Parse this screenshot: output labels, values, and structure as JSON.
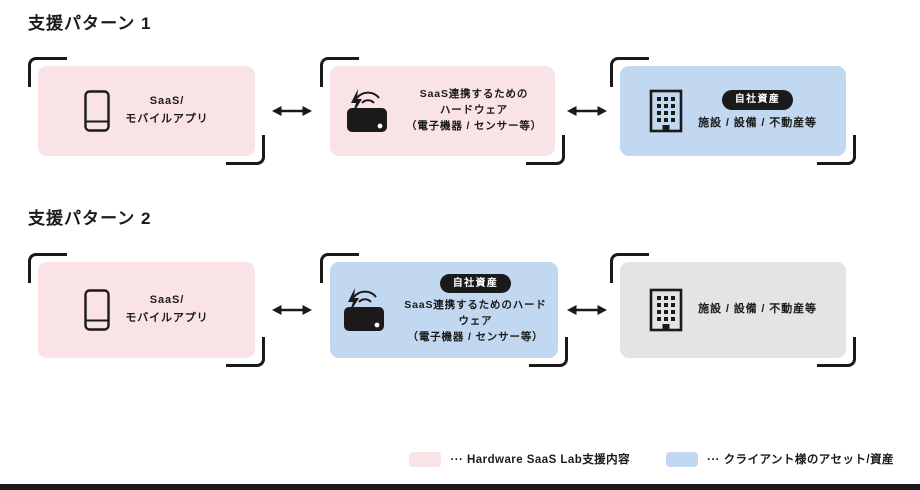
{
  "colors": {
    "ink": "#1a1a1a",
    "pink": "#fae3e6",
    "blue": "#c2d8f0",
    "gray": "#e4e4e6"
  },
  "patterns": [
    {
      "title": "支援パターン 1",
      "boxes": [
        {
          "style": "pink",
          "icon": "smartphone",
          "lines": [
            "SaaS/",
            "モバイルアプリ"
          ]
        },
        {
          "style": "pink",
          "icon": "hardware",
          "lines": [
            "SaaS連携するための",
            "ハードウェア",
            "（電子機器 / センサー等）"
          ]
        },
        {
          "style": "blue",
          "icon": "building",
          "badge": "自社資産",
          "lines": [
            "施設 / 設備 / 不動産等"
          ]
        }
      ]
    },
    {
      "title": "支援パターン 2",
      "boxes": [
        {
          "style": "pink",
          "icon": "smartphone",
          "lines": [
            "SaaS/",
            "モバイルアプリ"
          ]
        },
        {
          "style": "blue",
          "icon": "hardware",
          "badge": "自社資産",
          "lines": [
            "SaaS連携するためのハードウェア",
            "（電子機器 / センサー等）"
          ]
        },
        {
          "style": "gray",
          "icon": "building",
          "lines": [
            "施設 / 設備 / 不動産等"
          ]
        }
      ]
    }
  ],
  "legend": {
    "items": [
      {
        "swatch": "pink",
        "label": "··· Hardware SaaS Lab支援内容"
      },
      {
        "swatch": "blue",
        "label": "··· クライアント様のアセット/資産"
      }
    ]
  }
}
